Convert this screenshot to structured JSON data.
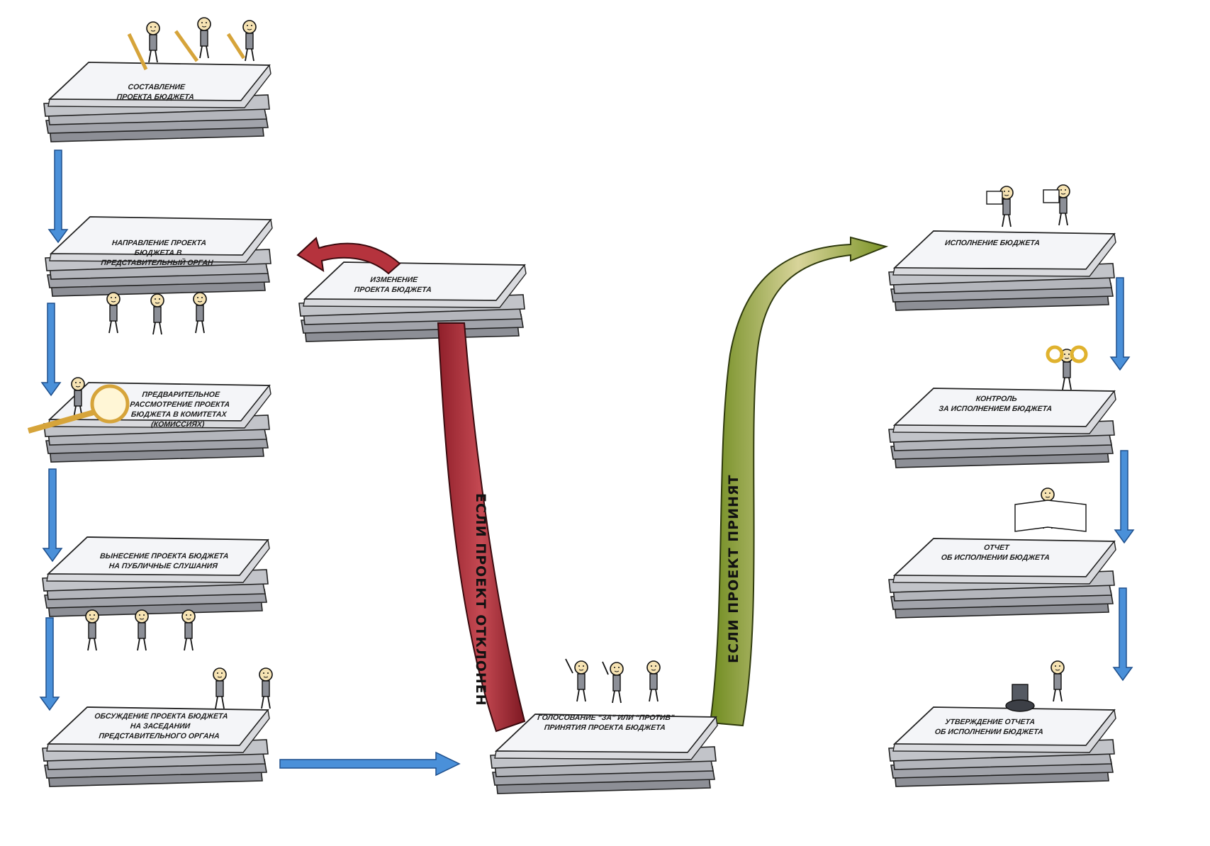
{
  "steps": [
    {
      "id": "s1",
      "text": "СОСТАВЛЕНИЕ\nПРОЕКТА БЮДЖЕТА"
    },
    {
      "id": "s2",
      "text": "НАПРАВЛЕНИЕ ПРОЕКТА\nБЮДЖЕТА В\nПРЕДСТАВИТЕЛЬНЫЙ ОРГАН"
    },
    {
      "id": "s3",
      "text": "ПРЕДВАРИТЕЛЬНОЕ\nРАССМОТРЕНИЕ ПРОЕКТА\nБЮДЖЕТА В КОМИТЕТАХ\n(КОМИССИЯХ)"
    },
    {
      "id": "s4",
      "text": "ВЫНЕСЕНИЕ ПРОЕКТА БЮДЖЕТА\nНА ПУБЛИЧНЫЕ СЛУШАНИЯ"
    },
    {
      "id": "s5",
      "text": "ОБСУЖДЕНИЕ ПРОЕКТА БЮДЖЕТА\nНА ЗАСЕДАНИИ\nПРЕДСТАВИТЕЛЬНОГО ОРГАНА"
    },
    {
      "id": "s6",
      "text": "ГОЛОСОВАНИЕ “ЗА” ИЛИ “ПРОТИВ”\nПРИНЯТИЯ ПРОЕКТА БЮДЖЕТА"
    },
    {
      "id": "s7",
      "text": "ИЗМЕНЕНИЕ\nПРОЕКТА БЮДЖЕТА"
    },
    {
      "id": "s8",
      "text": "ИСПОЛНЕНИЕ БЮДЖЕТА"
    },
    {
      "id": "s9",
      "text": "КОНТРОЛЬ\nЗА ИСПОЛНЕНИЕМ БЮДЖЕТА"
    },
    {
      "id": "s10",
      "text": "ОТЧЕТ\nОБ ИСПОЛНЕНИИ БЮДЖЕТА"
    },
    {
      "id": "s11",
      "text": "УТВЕРЖДЕНИЕ ОТЧЕТА\nОБ ИСПОЛНЕНИИ БЮДЖЕТА"
    }
  ],
  "branches": {
    "rejected": "ЕСЛИ ПРОЕКТ ОТКЛОНЕН",
    "accepted": "ЕСЛИ ПРОЕКТ ПРИНЯТ"
  },
  "colors": {
    "flow_arrow": "#4a90d9",
    "rejected_arrow": "#b5333d",
    "accepted_arrow": "#b7c25a",
    "paper_stack": "#9a9ca3"
  }
}
